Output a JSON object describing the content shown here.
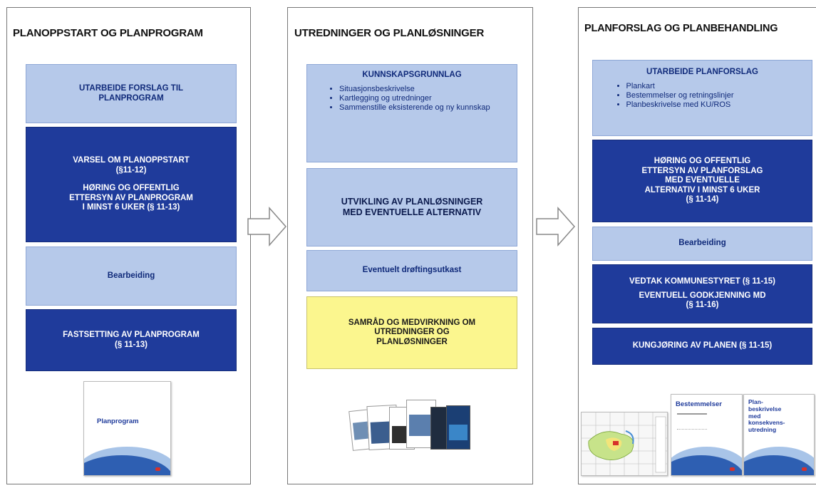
{
  "columns": [
    {
      "title": "PLANOPPSTART OG PLANPROGRAM",
      "boxes": [
        {
          "lines": [
            "UTARBEIDE FORSLAG TIL",
            "PLANPROGRAM"
          ]
        },
        {
          "lines": [
            "VARSEL OM PLANOPPSTART",
            "(§11-12)",
            "",
            "HØRING OG OFFENTLIG",
            "ETTERSYN AV PLANPROGRAM",
            "I MINST 6 UKER (§ 11-13)"
          ]
        },
        {
          "lines": [
            "Bearbeiding"
          ]
        },
        {
          "lines": [
            "FASTSETTING AV PLANPROGRAM",
            "(§ 11-13)"
          ]
        }
      ],
      "document": {
        "label": "Planprogram"
      }
    },
    {
      "title": "UTREDNINGER OG PLANLØSNINGER",
      "boxes": [
        {
          "heading": "KUNNSKAPSGRUNNLAG",
          "bullets": [
            "Situasjonsbeskrivelse",
            "Kartlegging og utredninger",
            "Sammenstille eksisterende og ny kunnskap"
          ]
        },
        {
          "lines": [
            "UTVIKLING AV PLANLØSNINGER",
            "MED EVENTUELLE ALTERNATIV"
          ]
        },
        {
          "lines": [
            "Eventuelt drøftingsutkast"
          ]
        },
        {
          "lines": [
            "SAMRÅD OG MEDVIRKNING OM",
            "UTREDNINGER OG",
            "PLANLØSNINGER"
          ]
        }
      ]
    },
    {
      "title": "PLANFORSLAG OG PLANBEHANDLING",
      "boxes": [
        {
          "heading": "UTARBEIDE PLANFORSLAG",
          "bullets": [
            "Plankart",
            "Bestemmelser og retningslinjer",
            "Planbeskrivelse med KU/ROS"
          ]
        },
        {
          "lines": [
            "HØRING OG OFFENTLIG",
            "ETTERSYN AV PLANFORSLAG",
            "MED EVENTUELLE",
            "ALTERNATIV I MINST 6 UKER",
            "(§ 11-14)"
          ]
        },
        {
          "lines": [
            "Bearbeiding"
          ]
        },
        {
          "lines": [
            "VEDTAK KOMMUNESTYRET (§ 11-15)",
            "EVENTUELL GODKJENNING MD",
            "(§ 11-16)"
          ]
        },
        {
          "lines": [
            "KUNGJØRING AV PLANEN (§ 11-15)"
          ]
        }
      ],
      "documents": [
        {
          "label": "Bestemmelser"
        },
        {
          "label": "Plan-\nbeskrivelse\nmed\nkonsekvens-\nutredning"
        }
      ]
    }
  ]
}
